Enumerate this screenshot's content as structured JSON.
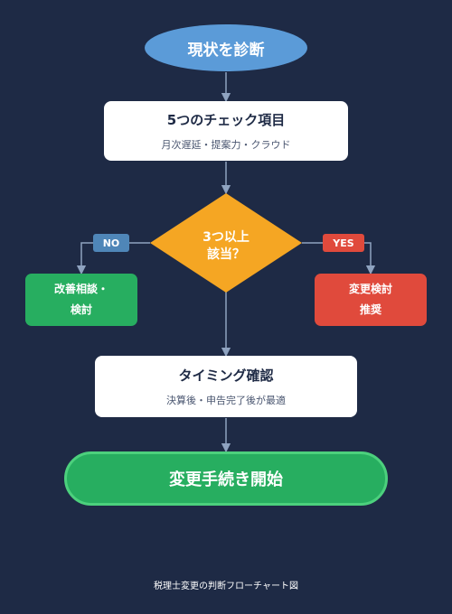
{
  "flow": {
    "start_label": "現状を診断",
    "check": {
      "title": "5つのチェック項目",
      "subtitle": "月次遅延・提案力・クラウド"
    },
    "decision": {
      "line1": "3つ以上",
      "line2": "該当？"
    },
    "no_label": "NO",
    "yes_label": "YES",
    "no_action": {
      "line1": "改善相談・",
      "line2": "検討"
    },
    "yes_action": {
      "line1": "変更検討",
      "line2": "推奨"
    },
    "timing": {
      "title": "タイミング確認",
      "subtitle": "決算後・申告完了後が最適"
    },
    "final_label": "変更手続き開始"
  },
  "caption": "税理士変更の判断フローチャート図",
  "colors": {
    "background": "#1e2a45",
    "start_oval": "#5b9bd8",
    "decision": "#f5a623",
    "yes": "#e04a3c",
    "no_tag": "#4f86b8",
    "positive": "#27ae60",
    "connector": "#8fa3c0"
  }
}
